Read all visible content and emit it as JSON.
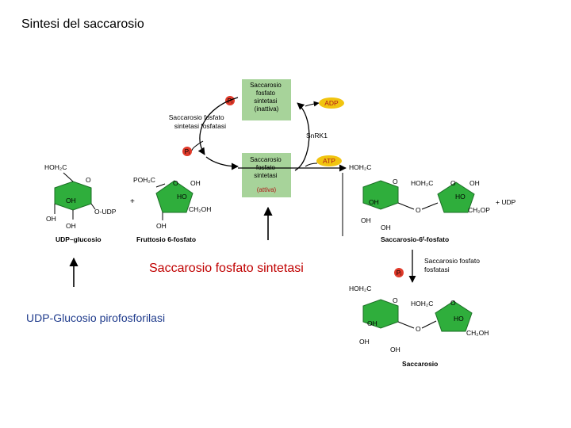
{
  "title": "Sintesi del saccarosio",
  "labels": {
    "enzyme_main": "Saccarosio fosfato sintetasi",
    "enzyme_udp": "UDP-Glucosio pirofosforilasi"
  },
  "diagram": {
    "box_inactive": [
      "Saccarosio",
      "fosfato",
      "sintetasi",
      "(inattiva)"
    ],
    "box_active": [
      "Saccarosio",
      "fosfato",
      "sintetasi",
      "(attiva)"
    ],
    "phosphatase_top": [
      "Saccarosio fosfato",
      "sintetasi fosfatasi"
    ],
    "phosphatase_bottom": [
      "Saccarosio fosfato",
      "fosfatasi"
    ],
    "pi": "Pᵢ",
    "adp": "ADP",
    "atp": "ATP",
    "kinase": "SnRK1",
    "plus": "+",
    "plus_udp": "+ UDP",
    "udp_glucose": {
      "name": "UDP–glucosio",
      "hoh2c": "HOH₂C",
      "o": "O",
      "oh1": "OH",
      "oh2": "OH",
      "oh3": "OH",
      "oudp": "O-UDP"
    },
    "fructose6p": {
      "name": "Fruttosio 6-fosfato",
      "poh2c": "POH₂C",
      "o": "O",
      "oh": "OH",
      "ho": "HO",
      "ch2oh": "CH₂OH",
      "oh_b": "OH"
    },
    "sucrose6p": {
      "name": "Saccarosio-6ᶠ-fosfato",
      "hoh2c": "HOH₂C",
      "hoh2c2": "HOH₂C",
      "o1": "O",
      "o2": "O",
      "o_link": "O",
      "oh1": "OH",
      "oh2": "OH",
      "oh3": "OH",
      "oh4": "OH",
      "ho": "HO",
      "ch2op": "CH₂OP"
    },
    "sucrose": {
      "name": "Saccarosio",
      "hoh2c": "HOH₂C",
      "hoh2c2": "HOH₂C",
      "o1": "O",
      "o2": "O",
      "o_link": "O",
      "oh1": "OH",
      "oh2": "OH",
      "oh3": "OH",
      "ho": "HO",
      "ch2oh": "CH₂OH"
    }
  },
  "colors": {
    "ring_green": "#2fae3c",
    "box_green": "#a7d39a",
    "pi_red": "#e03a2a",
    "atp_yellow": "#f1c40f",
    "active_label": "#b01818"
  }
}
